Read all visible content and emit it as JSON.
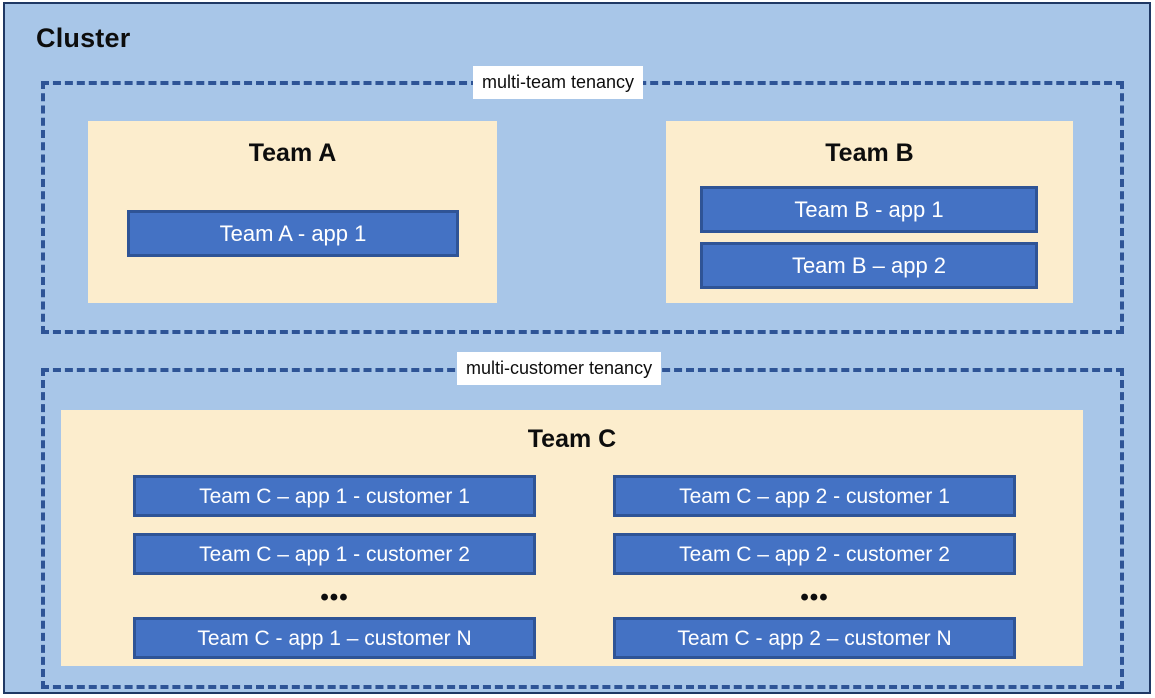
{
  "cluster": {
    "title": "Cluster",
    "background_color": "#a8c6e8",
    "border_color": "#1f3864"
  },
  "colors": {
    "cluster_background": "#a8c6e8",
    "team_box_fill": "#fcedcd",
    "app_box_fill": "#4472c4",
    "app_box_border": "#2f5496",
    "tenancy_dash_color": "#2e5496",
    "label_background": "#ffffff",
    "text_dark": "#0d0d0d",
    "text_light": "#ffffff"
  },
  "tenancy_groups": [
    {
      "id": "multi-team",
      "label": "multi-team tenancy",
      "teams": [
        {
          "id": "team-a",
          "title": "Team A",
          "apps": [
            {
              "id": "team-a-app-1",
              "label": "Team A - app 1"
            }
          ]
        },
        {
          "id": "team-b",
          "title": "Team B",
          "apps": [
            {
              "id": "team-b-app-1",
              "label": "Team B - app 1"
            },
            {
              "id": "team-b-app-2",
              "label": "Team B – app 2"
            }
          ]
        }
      ]
    },
    {
      "id": "multi-customer",
      "label": "multi-customer tenancy",
      "teams": [
        {
          "id": "team-c",
          "title": "Team C",
          "columns": [
            {
              "id": "team-c-app-1",
              "items": [
                "Team C – app 1 - customer 1",
                "Team C – app 1 - customer 2"
              ],
              "ellipsis": "•••",
              "last": "Team C - app 1 – customer N"
            },
            {
              "id": "team-c-app-2",
              "items": [
                "Team C – app 2 - customer 1",
                "Team C – app 2 - customer 2"
              ],
              "ellipsis": "•••",
              "last": "Team C - app 2 – customer N"
            }
          ]
        }
      ]
    }
  ]
}
